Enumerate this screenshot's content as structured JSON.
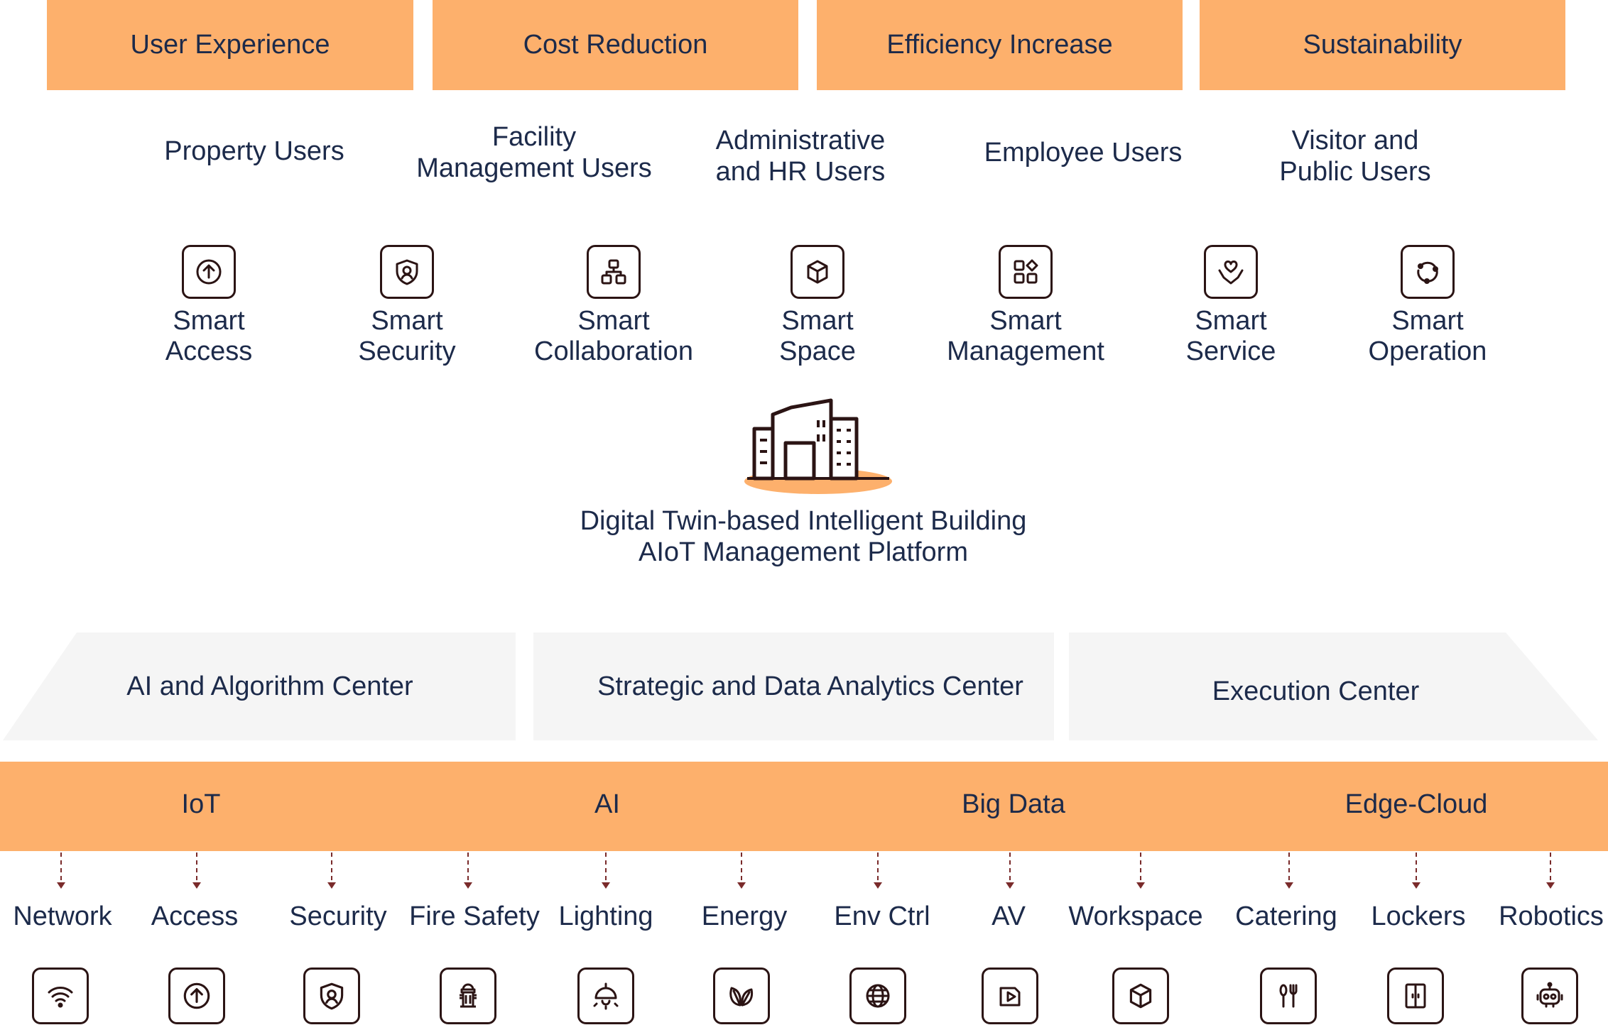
{
  "colors": {
    "accent": "#fdb06c",
    "text": "#1c2a4a",
    "icon_stroke": "#2b1414",
    "center_bg": "#f5f5f5",
    "arrow": "#7a2b2b"
  },
  "goals": [
    {
      "label": "User Experience"
    },
    {
      "label": "Cost Reduction"
    },
    {
      "label": "Efficiency Increase"
    },
    {
      "label": "Sustainability"
    }
  ],
  "user_groups": [
    {
      "label": "Property Users"
    },
    {
      "label": "Facility\nManagement Users"
    },
    {
      "label": "Administrative\nand HR Users"
    },
    {
      "label": "Employee Users"
    },
    {
      "label": "Visitor and\nPublic Users"
    }
  ],
  "services": [
    {
      "label": "Smart\nAccess",
      "icon": "arrow-up-circle-icon"
    },
    {
      "label": "Smart\nSecurity",
      "icon": "shield-icon"
    },
    {
      "label": "Smart\nCollaboration",
      "icon": "hierarchy-icon"
    },
    {
      "label": "Smart\nSpace",
      "icon": "cube-icon"
    },
    {
      "label": "Smart\nManagement",
      "icon": "apps-grid-icon"
    },
    {
      "label": "Smart\nService",
      "icon": "hands-heart-icon"
    },
    {
      "label": "Smart\nOperation",
      "icon": "cycle-icon"
    }
  ],
  "platform": {
    "title": "Digital Twin-based Intelligent Building\nAIoT Management Platform",
    "icon": "city-buildings-icon"
  },
  "centers": [
    {
      "label": "AI and Algorithm Center"
    },
    {
      "label": "Strategic and Data Analytics Center"
    },
    {
      "label": "Execution Center"
    }
  ],
  "technologies": [
    {
      "label": "IoT"
    },
    {
      "label": "AI"
    },
    {
      "label": "Big Data"
    },
    {
      "label": "Edge-Cloud"
    }
  ],
  "subsystems": [
    {
      "label": "Network",
      "icon": "wifi-icon"
    },
    {
      "label": "Access",
      "icon": "arrow-up-circle-icon"
    },
    {
      "label": "Security",
      "icon": "shield-icon"
    },
    {
      "label": "Fire Safety",
      "icon": "fire-hydrant-icon"
    },
    {
      "label": "Lighting",
      "icon": "ceiling-lamp-icon"
    },
    {
      "label": "Energy",
      "icon": "leaves-icon"
    },
    {
      "label": "Env Ctrl",
      "icon": "globe-icon"
    },
    {
      "label": "AV",
      "icon": "media-play-icon"
    },
    {
      "label": "Workspace",
      "icon": "cube-icon"
    },
    {
      "label": "Catering",
      "icon": "utensils-icon"
    },
    {
      "label": "Lockers",
      "icon": "locker-icon"
    },
    {
      "label": "Robotics",
      "icon": "robot-icon"
    }
  ]
}
